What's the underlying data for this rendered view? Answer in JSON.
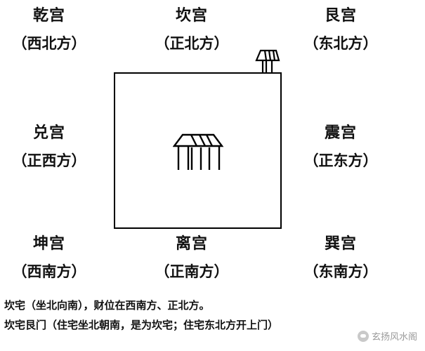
{
  "palaces": {
    "northwest": {
      "name": "乾宫",
      "direction": "（西北方）"
    },
    "north": {
      "name": "坎宫",
      "direction": "（正北方）"
    },
    "northeast": {
      "name": "艮宫",
      "direction": "（东北方）"
    },
    "west": {
      "name": "兑宫",
      "direction": "（正西方）"
    },
    "east": {
      "name": "震宫",
      "direction": "（正东方）"
    },
    "southwest": {
      "name": "坤宫",
      "direction": "（西南方）"
    },
    "south": {
      "name": "离宫",
      "direction": "（正南方）"
    },
    "southeast": {
      "name": "巽宫",
      "direction": "（东南方）"
    }
  },
  "captions": {
    "line1": "坎宅（坐北向南），财位在西南方、正北方。",
    "line2": "坎宅艮门（住宅坐北朝南，是为坎宅；住宅东北方开上门）"
  },
  "watermark": {
    "text": "玄扬风水阁"
  },
  "icons": {
    "house": "house-icon",
    "gate": "gate-icon"
  },
  "colors": {
    "ink": "#111111",
    "background": "#ffffff",
    "watermark": "#9a9a9a"
  }
}
